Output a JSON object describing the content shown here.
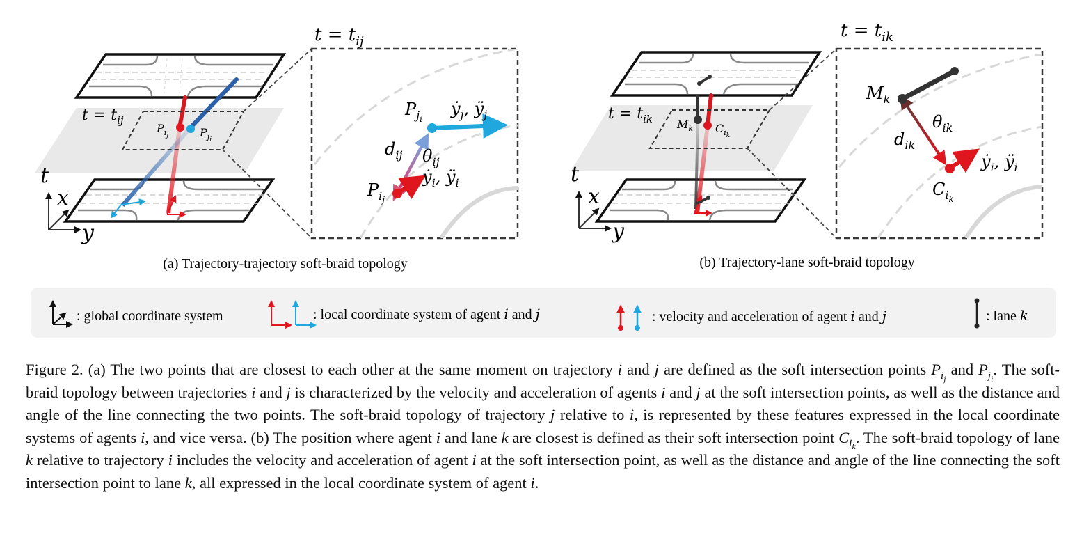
{
  "panel_a": {
    "zoom_time_label": "t = t",
    "zoom_time_sub": "ij",
    "plane_time_label": "t = t",
    "plane_time_sub": "ij",
    "axis_t": "t",
    "axis_x": "x",
    "axis_y": "y",
    "point_i": "P",
    "point_i_sub": "i",
    "point_i_subsub": "j",
    "point_j": "P",
    "point_j_sub": "j",
    "point_j_subsub": "i",
    "zoom_point_i": "P",
    "zoom_point_j": "P",
    "distance": "d",
    "distance_sub": "ij",
    "angle": "θ",
    "angle_sub": "ij",
    "velocity_j": "ẏ",
    "velocity_j_sub": "j",
    "accel_j": ", ÿ",
    "accel_j_sub": "j",
    "velocity_i": "ẏ",
    "velocity_i_sub": "i",
    "accel_i": ", ÿ",
    "accel_i_sub": "i",
    "subcaption": "(a) Trajectory-trajectory soft-braid topology"
  },
  "panel_b": {
    "zoom_time_label": "t = t",
    "zoom_time_sub": "ik",
    "plane_time_label": "t = t",
    "plane_time_sub": "ik",
    "axis_t": "t",
    "axis_x": "x",
    "axis_y": "y",
    "lane_point": "M",
    "lane_point_sub": "k",
    "agent_point": "C",
    "agent_point_sub": "i",
    "agent_point_subsub": "k",
    "zoom_lane_point": "M",
    "zoom_agent_point": "C",
    "distance": "d",
    "distance_sub": "ik",
    "angle": "θ",
    "angle_sub": "ik",
    "velocity_i": "ẏ",
    "velocity_i_sub": "i",
    "accel_i": ", ÿ",
    "accel_i_sub": "i",
    "subcaption": "(b) Trajectory-lane soft-braid topology"
  },
  "legend": {
    "global": ": global coordinate system",
    "local": ": local coordinate system of agent ",
    "local_i": "i",
    "local_and": " and ",
    "local_j": "j",
    "velocity": ": velocity and acceleration of agent ",
    "velocity_i": "i",
    "velocity_and": " and ",
    "velocity_j": "j",
    "lane": ": lane ",
    "lane_k": "k"
  },
  "colors": {
    "agent_i": "#e0161f",
    "agent_j": "#1fa7de",
    "lane": "#333333",
    "dashed_frame": "#3a3a3a",
    "legend_bg": "#f2f2f2",
    "plane": "#e9e9e9"
  },
  "caption": {
    "lead": "Figure 2.",
    "l1": " (a) The two points that are closest to each other at the same moment on trajectory ",
    "l1_i": "i",
    "l1_and": " and ",
    "l1_j": "j",
    "l1_tail": " are defined as the soft intersection points ",
    "P": "P",
    "Pi_sub": "i",
    "Pi_subsub": "j",
    "p_and": " and ",
    "Pj_sub": "j",
    "Pj_subsub": "i",
    "l2": ". The soft-braid topology between trajectories ",
    "l2_i": "i",
    "l2_and": " and ",
    "l2_j": "j",
    "l2_b": " is characterized by the velocity and acceleration of agents ",
    "l2_i2": "i",
    "l2_and2": " and ",
    "l2_j2": "j",
    "l3": " at the soft intersection points, as well as the distance and angle of the line connecting the two points. The soft-braid topology of trajectory ",
    "l3_j": "j",
    "l3_b": " relative to ",
    "l3_i": "i",
    "l3_c": ", is represented by these features expressed in the local coordinate systems of agents ",
    "l3_i2": "i",
    "l3_d": ", and vice versa.  (b) The position where agent ",
    "l4_i": "i",
    "l4_b": " and lane ",
    "l4_k": "k",
    "l4_c": " are closest is defined as their soft intersection point ",
    "C": "C",
    "C_sub": "i",
    "C_subsub": "k",
    "l4_d": ". The soft-braid topology of lane ",
    "l4_k2": "k",
    "l4_e": " relative to trajectory ",
    "l5_i": "i",
    "l5_b": " includes the velocity and acceleration of agent ",
    "l5_i2": "i",
    "l5_c": " at the soft intersection point, as well as the distance and angle of the line connecting the soft intersection point to lane ",
    "l5_k": "k",
    "l5_d": ", all expressed in the local coordinate system of agent ",
    "l5_i3": "i",
    "l5_end": "."
  }
}
